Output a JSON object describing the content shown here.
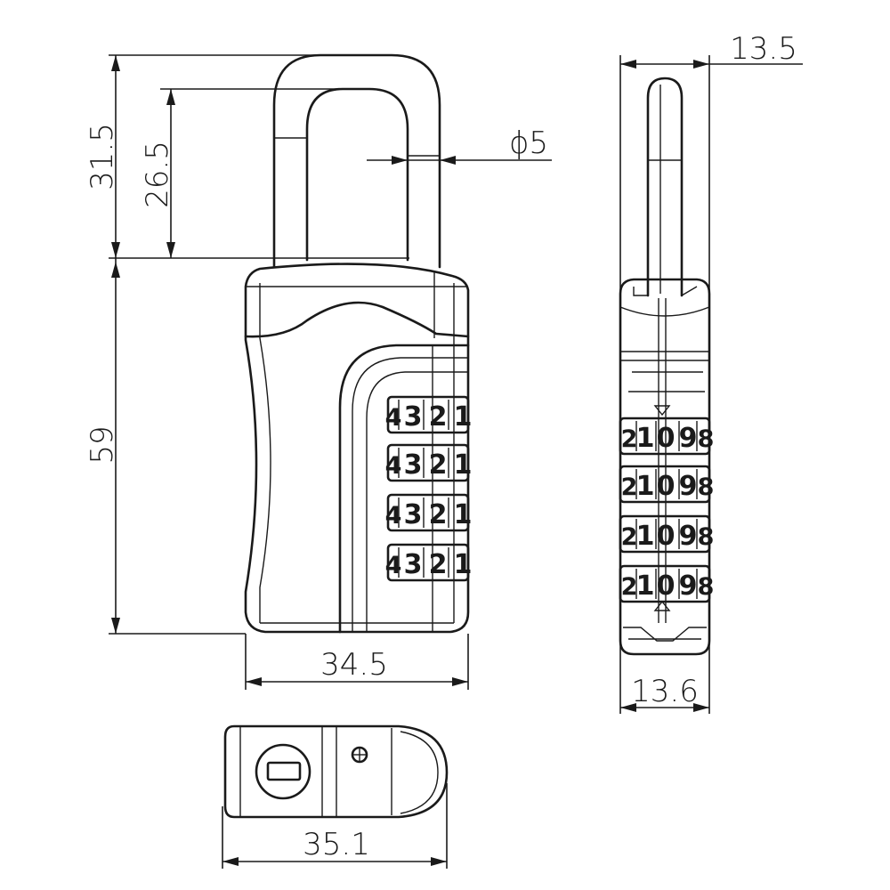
{
  "dimensions": {
    "shackle_total_height": "31.5",
    "shackle_inner_height": "26.5",
    "shackle_diameter": "ϕ5",
    "body_height": "59",
    "front_width": "34.5",
    "side_top_width": "13.5",
    "side_bottom_width": "13.6",
    "bottom_width": "35.1"
  },
  "front_dials": [
    [
      "4",
      "3",
      "2",
      "1"
    ],
    [
      "4",
      "3",
      "2",
      "1"
    ],
    [
      "4",
      "3",
      "2",
      "1"
    ],
    [
      "4",
      "3",
      "2",
      "1"
    ]
  ],
  "side_dials": [
    [
      "2",
      "1",
      "0",
      "9",
      "8"
    ],
    [
      "2",
      "1",
      "0",
      "9",
      "8"
    ],
    [
      "2",
      "1",
      "0",
      "9",
      "8"
    ],
    [
      "2",
      "1",
      "0",
      "9",
      "8"
    ]
  ]
}
